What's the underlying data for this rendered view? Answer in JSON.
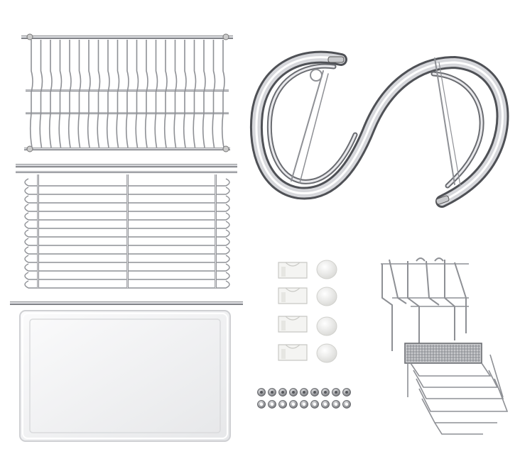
{
  "image": {
    "colors": {
      "background": "#ffffff",
      "chrome_light": "#e8e8ea",
      "chrome_mid": "#a9abb0",
      "chrome_dark": "#55575c",
      "wire": "#8e9095",
      "tray_fill": "#f2f2f3",
      "tray_edge": "#cfd0d3",
      "plastic": "#f4f4f2",
      "nut": "#9a9ca0"
    },
    "parts": [
      {
        "name": "plate-rack",
        "role": "upper dish rack with vertical wire slots"
      },
      {
        "name": "bowl-rack",
        "role": "lower wire basket"
      },
      {
        "name": "drip-tray",
        "role": "white plastic drain board"
      },
      {
        "name": "s-frame",
        "role": "curved chrome support frame"
      },
      {
        "name": "wall-clips",
        "role": "four plastic mounting clips"
      },
      {
        "name": "end-caps",
        "role": "four round rubber feet"
      },
      {
        "name": "screws-and-nuts",
        "role": "hardware set"
      },
      {
        "name": "cutting-board-holder",
        "role": "wire knife and board holder"
      },
      {
        "name": "utensil-basket",
        "role": "mesh cutlery basket"
      }
    ]
  }
}
